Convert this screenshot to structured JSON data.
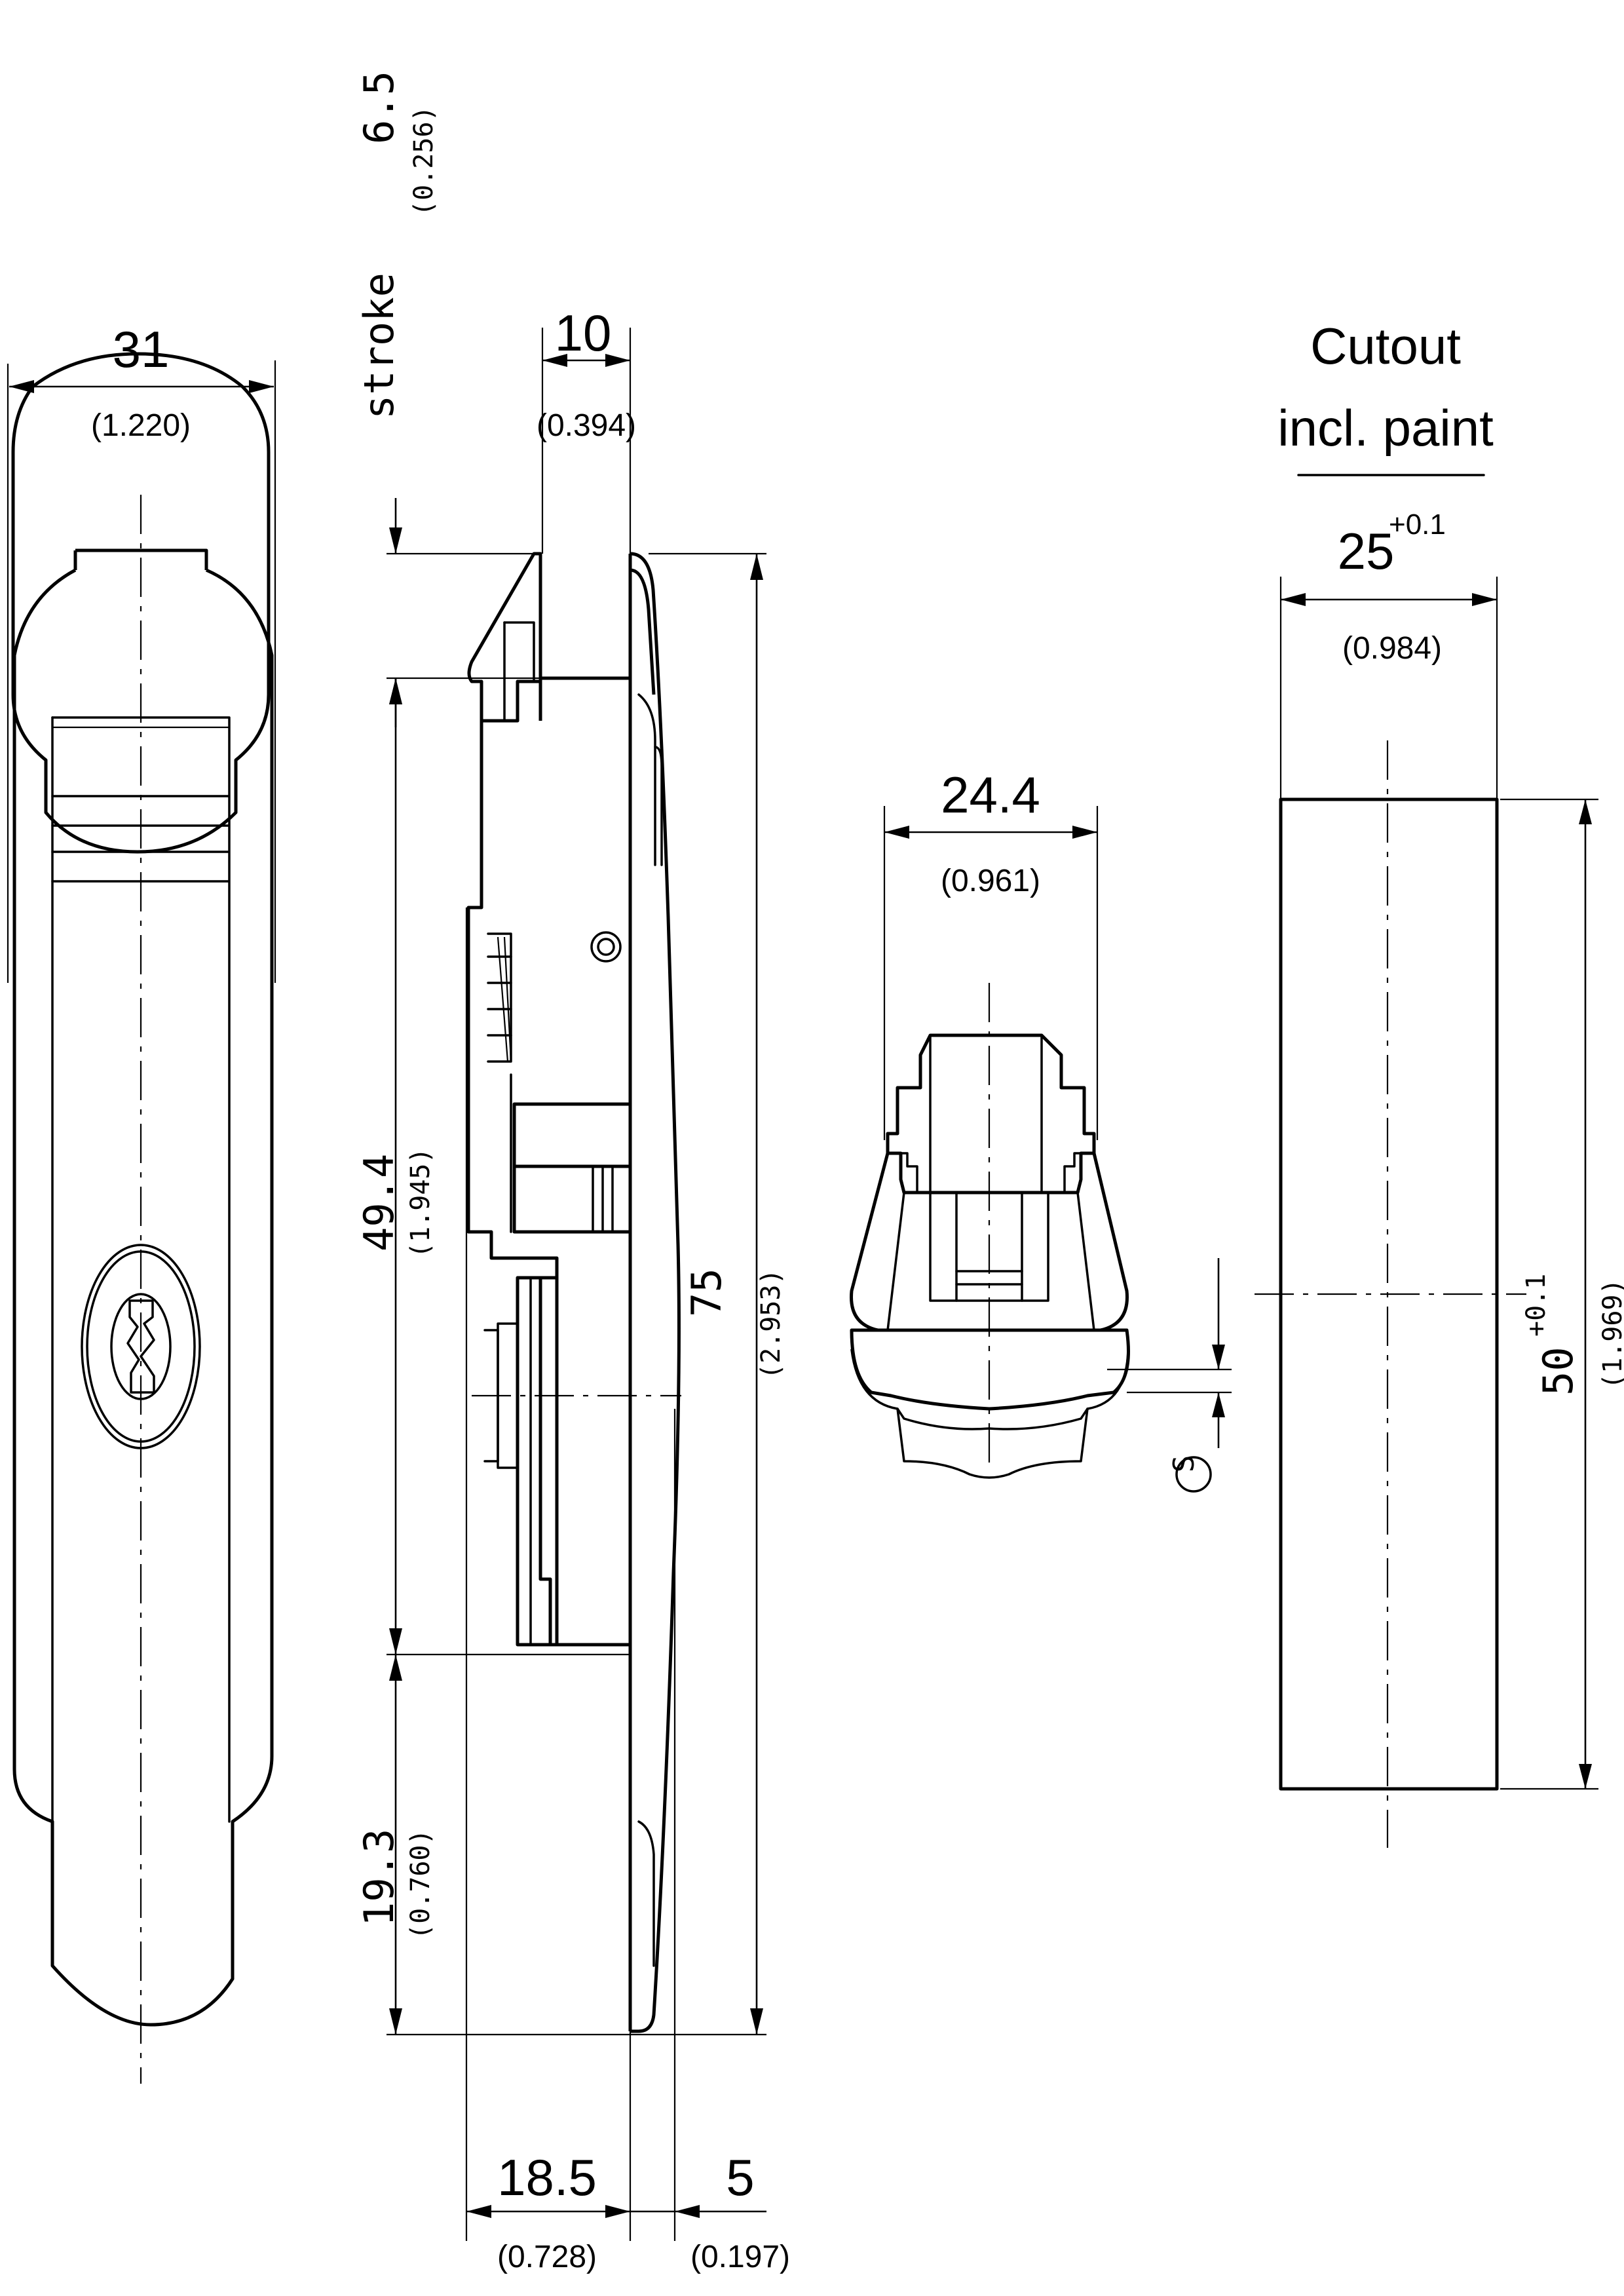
{
  "dimensions": {
    "width_front": {
      "value": "31",
      "inch": "(1.220)"
    },
    "stroke": {
      "label": "stroke",
      "value": "6.5",
      "inch": "(0.256)"
    },
    "depth_top": {
      "value": "10",
      "inch": "(0.394)"
    },
    "upper_height": {
      "value": "49.4",
      "inch": "(1.945)"
    },
    "lower_height": {
      "value": "19.3",
      "inch": "(0.760)"
    },
    "total_height": {
      "value": "75",
      "inch": "(2.953)"
    },
    "body_depth": {
      "value": "18.5",
      "inch": "(0.728)"
    },
    "flange_depth": {
      "value": "5",
      "inch": "(0.197)"
    },
    "top_view_width": {
      "value": "24.4",
      "inch": "(0.961)"
    },
    "thickness_symbol": "S"
  },
  "cutout": {
    "title_line1": "Cutout",
    "title_line2": "incl. paint",
    "width": {
      "value": "25",
      "tol": "+0.1",
      "inch": "(0.984)"
    },
    "height": {
      "value": "50",
      "tol": "+0.1",
      "inch": "(1.969)"
    }
  }
}
